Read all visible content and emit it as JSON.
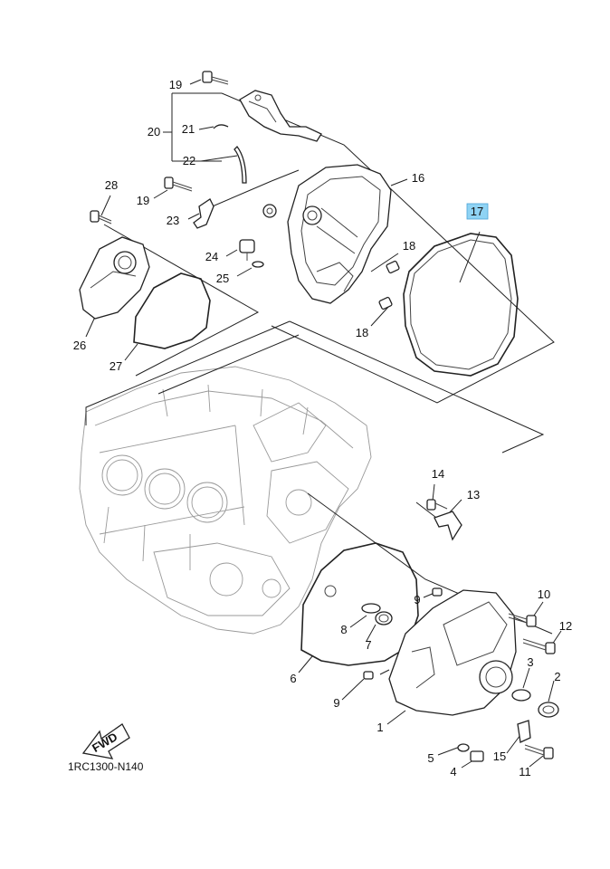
{
  "diagram_code": "1RC1300-N140",
  "fwd_label": "FWD",
  "highlight_color": "#8fd3f4",
  "parts": [
    {
      "id": "p1",
      "label": "1"
    },
    {
      "id": "p2",
      "label": "2"
    },
    {
      "id": "p3",
      "label": "3"
    },
    {
      "id": "p4",
      "label": "4"
    },
    {
      "id": "p5",
      "label": "5"
    },
    {
      "id": "p6",
      "label": "6"
    },
    {
      "id": "p7",
      "label": "7"
    },
    {
      "id": "p8",
      "label": "8"
    },
    {
      "id": "p9a",
      "label": "9"
    },
    {
      "id": "p9b",
      "label": "9"
    },
    {
      "id": "p10",
      "label": "10"
    },
    {
      "id": "p11",
      "label": "11"
    },
    {
      "id": "p12",
      "label": "12"
    },
    {
      "id": "p13",
      "label": "13"
    },
    {
      "id": "p14",
      "label": "14"
    },
    {
      "id": "p15",
      "label": "15"
    },
    {
      "id": "p16",
      "label": "16"
    },
    {
      "id": "p17",
      "label": "17",
      "highlighted": true
    },
    {
      "id": "p18a",
      "label": "18"
    },
    {
      "id": "p18b",
      "label": "18"
    },
    {
      "id": "p19a",
      "label": "19"
    },
    {
      "id": "p19b",
      "label": "19"
    },
    {
      "id": "p20",
      "label": "20"
    },
    {
      "id": "p21",
      "label": "21"
    },
    {
      "id": "p22",
      "label": "22"
    },
    {
      "id": "p23",
      "label": "23"
    },
    {
      "id": "p24",
      "label": "24"
    },
    {
      "id": "p25",
      "label": "25"
    },
    {
      "id": "p26",
      "label": "26"
    },
    {
      "id": "p27",
      "label": "27"
    },
    {
      "id": "p28",
      "label": "28"
    }
  ]
}
